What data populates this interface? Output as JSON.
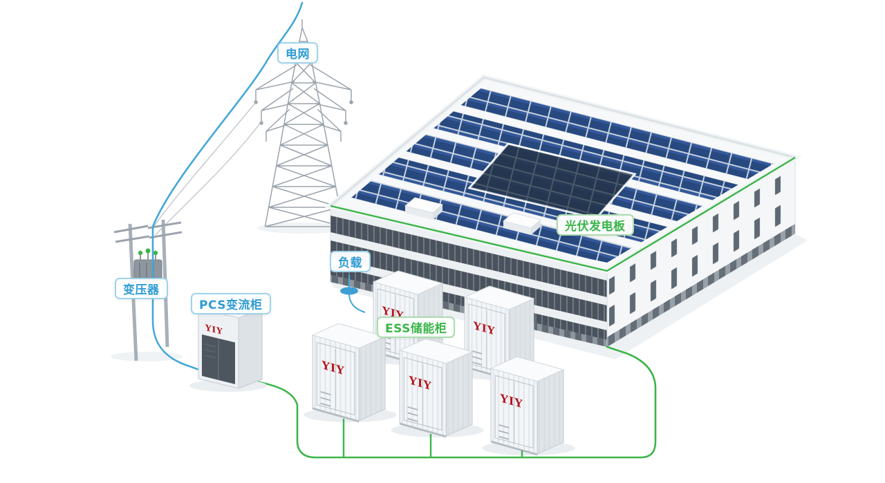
{
  "diagram": {
    "labels": {
      "grid": "电网",
      "transformer": "变压器",
      "pcs_cabinet": "PCS变流柜",
      "load": "负载",
      "ess_cabinet": "ESS储能柜",
      "pv_panels": "光伏发电板"
    },
    "brand": "YIY",
    "colors": {
      "grid_line_blue": "#45a7d8",
      "storage_line_green": "#3cb549",
      "label_text_blue": "#2f9cd3",
      "label_text_green": "#3bb54a",
      "solar_panel_blue": "#27497f",
      "brand_red": "#b5121b"
    }
  }
}
